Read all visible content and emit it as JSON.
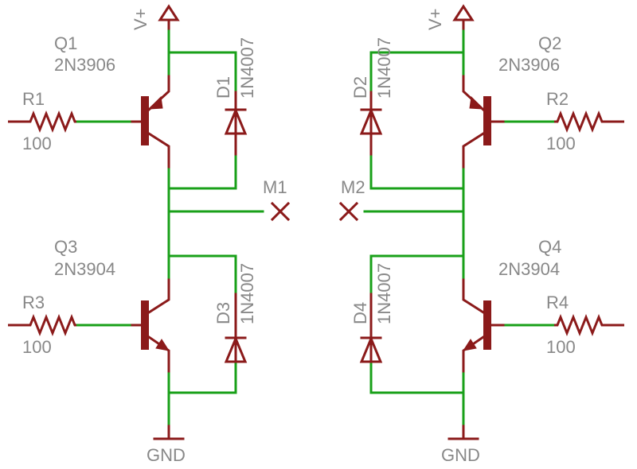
{
  "labels": {
    "q1_ref": "Q1",
    "q1_val": "2N3906",
    "q2_ref": "Q2",
    "q2_val": "2N3906",
    "q3_ref": "Q3",
    "q3_val": "2N3904",
    "q4_ref": "Q4",
    "q4_val": "2N3904",
    "r1_ref": "R1",
    "r1_val": "100",
    "r2_ref": "R2",
    "r2_val": "100",
    "r3_ref": "R3",
    "r3_val": "100",
    "r4_ref": "R4",
    "r4_val": "100",
    "d1_ref": "D1",
    "d1_val": "1N4007",
    "d2_ref": "D2",
    "d2_val": "1N4007",
    "d3_ref": "D3",
    "d3_val": "1N4007",
    "d4_ref": "D4",
    "d4_val": "1N4007",
    "m1": "M1",
    "m2": "M2",
    "vplus_left": "V+",
    "vplus_right": "V+",
    "gnd_left": "GND",
    "gnd_right": "GND"
  },
  "colors": {
    "wire": "#19a019",
    "component": "#8b1a1a",
    "label": "#888888",
    "background": "#ffffff"
  }
}
